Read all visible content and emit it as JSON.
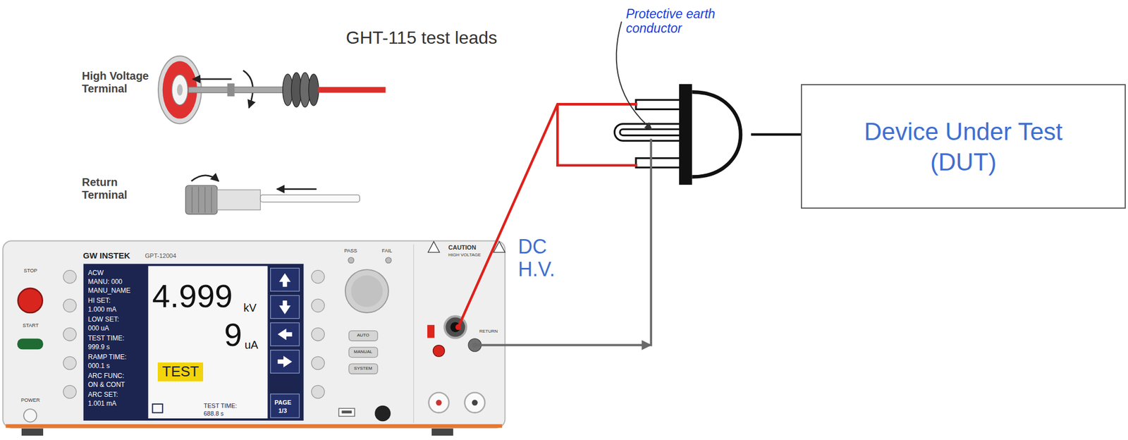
{
  "diagram": {
    "nodes": [
      {
        "text": [
          "Device Under Test (DUT)"
        ]
      }
    ],
    "labels": [
      "GHT-115 test leads",
      "High Voltage Terminal",
      "Return Terminal",
      "DC H.V.",
      "Protective earth conductor",
      "ACW",
      "MANU: 000",
      "MANU_NAME",
      "HI SET:",
      "1.000 mA",
      "LOW SET:",
      "000 uA",
      "TEST TIME:",
      "999.9 s",
      "RAMP TIME:",
      "000.1 s",
      "ARC FUNC:",
      "ON & CONT",
      "ARC SET:",
      "1.001 mA",
      "4.999",
      "kV",
      "9",
      "uA",
      "TEST",
      "TEST TIME:",
      "688.8 s",
      "PAGE",
      "1/3",
      "GW INSTEK",
      "GPT-12004",
      "STOP",
      "START",
      "POWER",
      "PASS",
      "FAIL",
      "AUTO",
      "MANUAL",
      "SYSTEM",
      "CAUTION",
      "HIGH VOLTAGE",
      "RETURN"
    ]
  }
}
